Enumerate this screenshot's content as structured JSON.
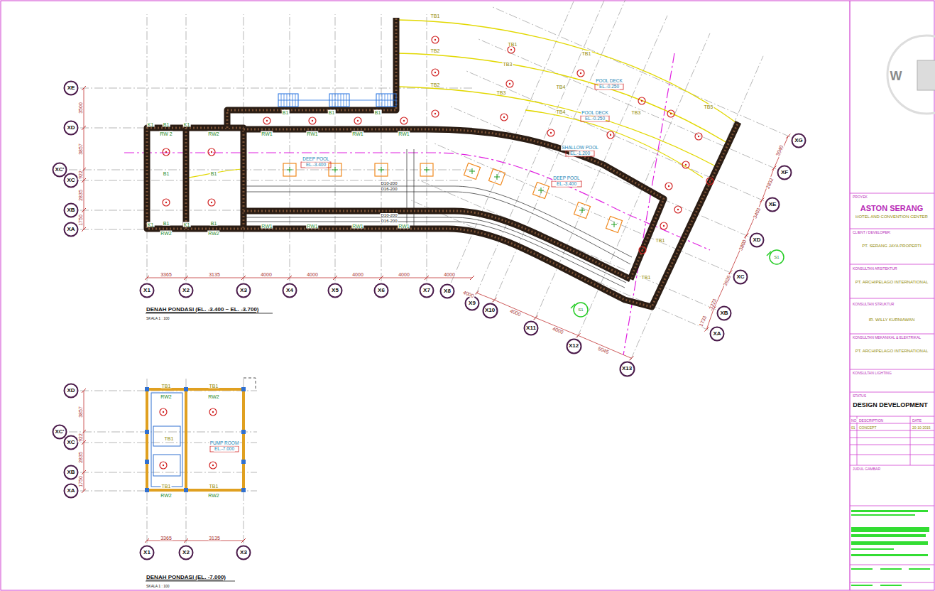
{
  "diagram": {
    "nodes": [
      {
        "text": [
          "XE"
        ]
      },
      {
        "text": [
          "XD"
        ]
      },
      {
        "text": [
          "XC'"
        ]
      },
      {
        "text": [
          "XC"
        ]
      },
      {
        "text": [
          "XB"
        ]
      },
      {
        "text": [
          "XA"
        ]
      },
      {
        "text": [
          "XG"
        ]
      },
      {
        "text": [
          "XF"
        ]
      },
      {
        "text": [
          "XE"
        ]
      },
      {
        "text": [
          "XD"
        ]
      },
      {
        "text": [
          "XC"
        ]
      },
      {
        "text": [
          "XB"
        ]
      },
      {
        "text": [
          "XA"
        ]
      },
      {
        "text": [
          "X1"
        ]
      },
      {
        "text": [
          "X2"
        ]
      },
      {
        "text": [
          "X3"
        ]
      },
      {
        "text": [
          "X4"
        ]
      },
      {
        "text": [
          "X5"
        ]
      },
      {
        "text": [
          "X6"
        ]
      },
      {
        "text": [
          "X7"
        ]
      },
      {
        "text": [
          "X8"
        ]
      },
      {
        "text": [
          "X9"
        ]
      },
      {
        "text": [
          "X10"
        ]
      },
      {
        "text": [
          "X11"
        ]
      },
      {
        "text": [
          "X12"
        ]
      },
      {
        "text": [
          "X13"
        ]
      },
      {
        "text": [
          "XD"
        ]
      },
      {
        "text": [
          "XC'"
        ]
      },
      {
        "text": [
          "XC"
        ]
      },
      {
        "text": [
          "XB"
        ]
      },
      {
        "text": [
          "XA"
        ]
      },
      {
        "text": [
          "X1"
        ]
      },
      {
        "text": [
          "X2"
        ]
      },
      {
        "text": [
          "X3"
        ]
      }
    ],
    "labels": [
      "3500",
      "3857",
      "922",
      "2835",
      "1750",
      "3365",
      "3135",
      "4000",
      "4000",
      "4000",
      "4000",
      "4000",
      "4000",
      "4000",
      "4000",
      "5045",
      "3040",
      "2832",
      "3403",
      "3800",
      "3926",
      "3223",
      "1733",
      "TB1",
      "TB1",
      "TB2",
      "TB1",
      "TB3",
      "TB2",
      "TB4",
      "TB3",
      "TB5",
      "TB4",
      "TB3",
      "TB1",
      "TB1",
      "K1",
      "B1",
      "K1",
      "RW 2",
      "RW2",
      "B1",
      "B1",
      "RW2",
      "RW2",
      "K1",
      "B1",
      "K1",
      "B1",
      "RW1",
      "RW1",
      "RW1",
      "RW1",
      "RW1",
      "RW1",
      "RW1",
      "RW1",
      "B1",
      "B1",
      "B1",
      "DEEP POOL",
      "EL.-3.400",
      "DEEP POOL",
      "EL.-3.400",
      "POOL DECK",
      "EL.-0.250",
      "POOL DECK",
      "EL.-0.250",
      "SHALLOW POOL",
      "EL.-1.200",
      "D10-200",
      "D16-200",
      "D10-200",
      "D16-200",
      "DENAH PONDASI (EL. -3.400 ~ EL. -3.700)",
      "SKALA 1 : 100",
      "DENAH PONDASI (EL. -7.000)",
      "SKALA 1 : 100",
      "TB1",
      "TB1",
      "RW2",
      "RW2",
      "TB1",
      "PUMP ROOM",
      "EL.-7.000",
      "TB1",
      "TB1",
      "RW2",
      "RW2",
      "3365",
      "3135",
      "3857",
      "922",
      "2835",
      "1750",
      "S1",
      "S1",
      "PROYEK",
      "ASTON SERANG",
      "HOTEL AND CONVENTION CENTER",
      "CLIENT / DEVELOPER:",
      "PT. SERANG JAYA PROPERTI",
      "KONSULTAN ARSITEKTUR",
      "PT. ARCHIPELAGO INTERNATIONAL",
      "KONSULTAN STRUKTUR",
      "IR. WILLY KURNIAWAN",
      "KONSULTAN MEKANIKAL & ELEKTRIKAL",
      "PT. ARCHIPELAGO INTERNATIONAL",
      "KONSULTAN LIGHTING",
      "STATUS",
      "DESIGN DEVELOPMENT",
      "NO",
      "DESCRIPTION",
      "DATE",
      "01",
      "CONCEPT",
      "20-10-2015",
      "JUDUL GAMBAR",
      "W"
    ]
  }
}
